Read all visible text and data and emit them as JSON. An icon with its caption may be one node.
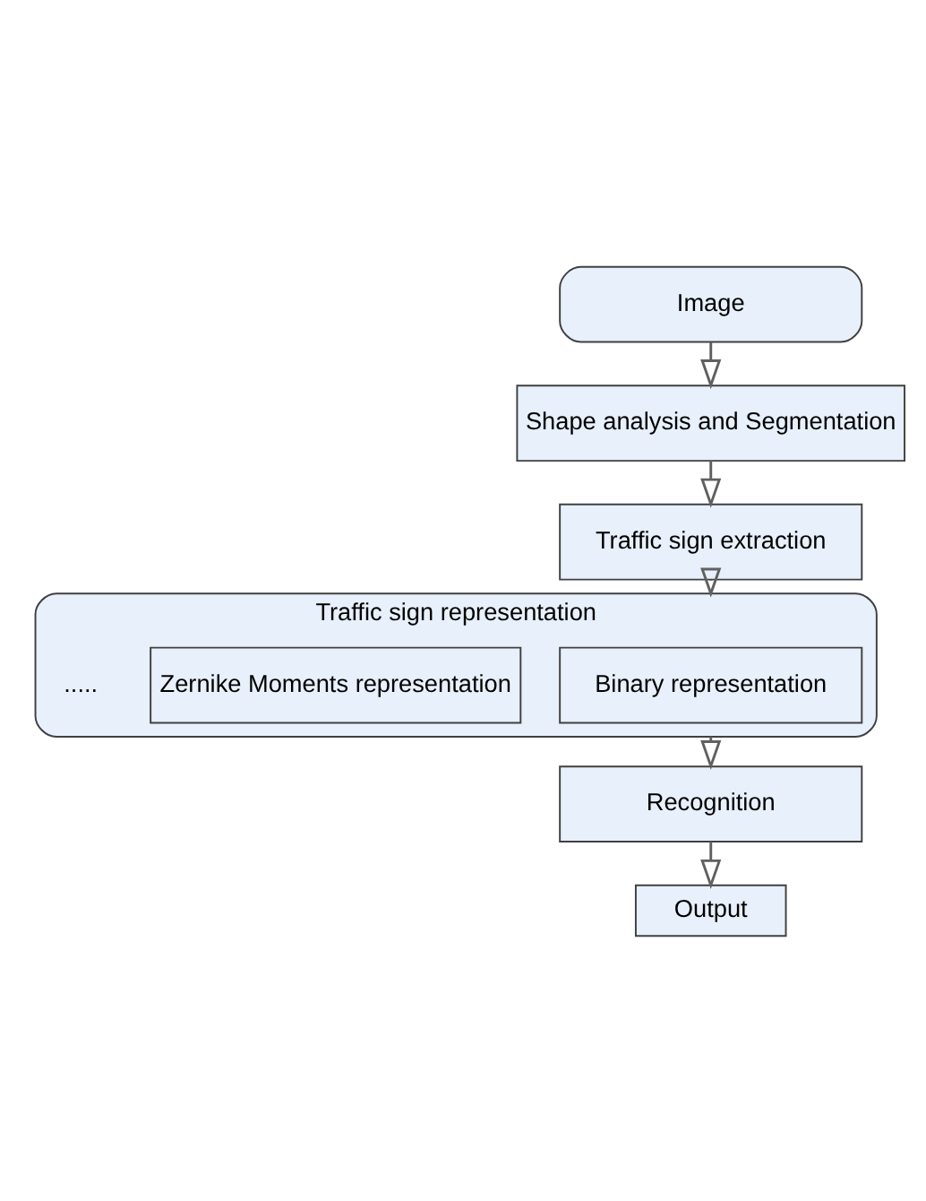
{
  "diagram": {
    "nodes": [
      {
        "text": [
          "Image"
        ]
      },
      {
        "text": [
          "Shape analysis and Segmentation"
        ]
      },
      {
        "text": [
          "Traffic sign extraction"
        ]
      },
      {
        "text": [
          "Traffic sign representation"
        ]
      },
      {
        "text": [
          "Binary representation"
        ],
        "in": 3
      },
      {
        "text": [
          "Zernike Moments representation"
        ],
        "in": 3
      },
      {
        "text": [
          "Recognition"
        ]
      },
      {
        "text": [
          "Output"
        ]
      }
    ],
    "edges": [
      {
        "from": 0,
        "to": 1,
        "arrow": "to"
      },
      {
        "from": 1,
        "to": 2,
        "arrow": "to"
      },
      {
        "from": 2,
        "to": 3,
        "arrow": "to"
      },
      {
        "from": 3,
        "to": 6,
        "arrow": "to"
      },
      {
        "from": 6,
        "to": 7,
        "arrow": "to"
      }
    ],
    "labels": [
      "....."
    ]
  }
}
